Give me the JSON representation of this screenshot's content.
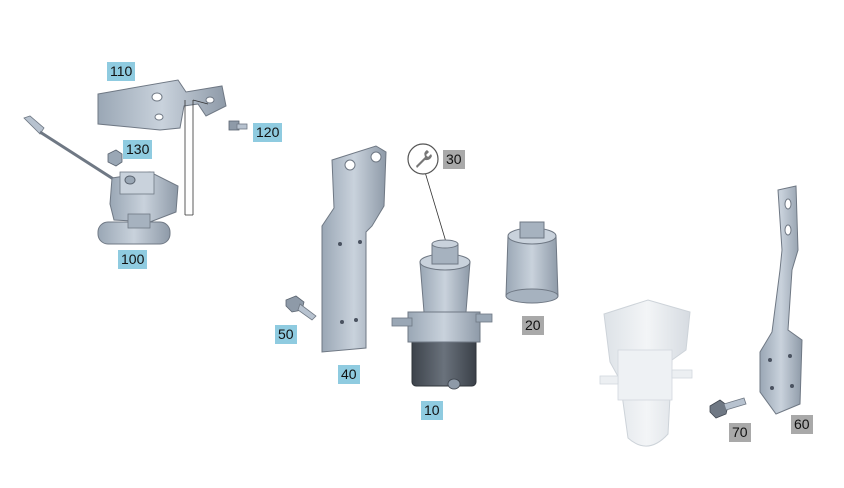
{
  "callouts": {
    "c110": {
      "text": "110",
      "style": "blue"
    },
    "c120": {
      "text": "120",
      "style": "blue"
    },
    "c130": {
      "text": "130",
      "style": "blue"
    },
    "c100": {
      "text": "100",
      "style": "blue"
    },
    "c30": {
      "text": "30",
      "style": "gray"
    },
    "c20": {
      "text": "20",
      "style": "gray"
    },
    "c50": {
      "text": "50",
      "style": "blue"
    },
    "c40": {
      "text": "40",
      "style": "blue"
    },
    "c10": {
      "text": "10",
      "style": "blue"
    },
    "c70": {
      "text": "70",
      "style": "gray"
    },
    "c60": {
      "text": "60",
      "style": "gray"
    }
  },
  "colors": {
    "part_fill": "#b7c2cf",
    "part_dark": "#5b6470",
    "part_stroke": "#6f7884",
    "ghost_fill": "#e4e8ec",
    "label_blue": "#8fcbe0",
    "label_gray": "#a9a9a9"
  },
  "icons": {
    "service_icon": "wrench-icon"
  }
}
